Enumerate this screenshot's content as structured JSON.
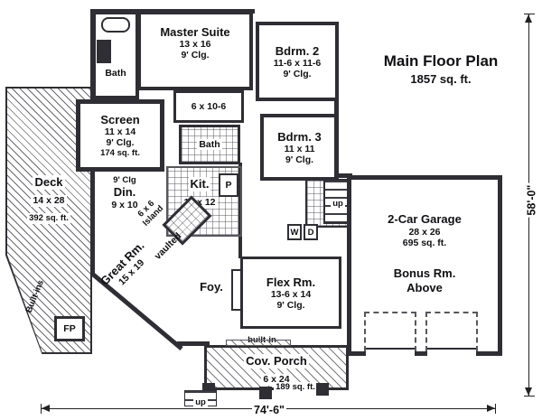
{
  "title": {
    "name": "Main Floor Plan",
    "area": "1857 sq. ft."
  },
  "dims": {
    "width": "74'-6\"",
    "height": "58'-0\""
  },
  "rooms": {
    "deck": {
      "name": "Deck",
      "size": "14 x 28",
      "area": "392 sq. ft."
    },
    "screen": {
      "name": "Screen",
      "size": "11 x 14",
      "clg": "9' Clg.",
      "area": "174 sq. ft."
    },
    "bath_upper": {
      "name": "Bath"
    },
    "master": {
      "name": "Master Suite",
      "size": "13 x 16",
      "clg": "9' Clg."
    },
    "bdrm2": {
      "name": "Bdrm. 2",
      "size": "11-6 x 11-6",
      "clg": "9' Clg."
    },
    "hall_closet": {
      "size": "6 x 10-6"
    },
    "bath_mid": {
      "name": "Bath"
    },
    "bdrm3": {
      "name": "Bdrm. 3",
      "size": "11 x 11",
      "clg": "9' Clg."
    },
    "dining": {
      "name": "Din.",
      "size": "9 x 10",
      "clg": "9' Clg"
    },
    "kitchen": {
      "name": "Kit.",
      "size": "12 x 12"
    },
    "pantry": {
      "abbr": "P"
    },
    "island": {
      "line1": "6 x 6",
      "line2": "Island"
    },
    "great": {
      "name": "Great Rm.",
      "size": "15 x 19",
      "note": "vaulted"
    },
    "foyer": {
      "name": "Foy."
    },
    "flex": {
      "name": "Flex Rm.",
      "size": "13-6 x 14",
      "clg": "9' Clg."
    },
    "garage": {
      "name": "2-Car Garage",
      "size": "28 x 26",
      "area": "695 sq. ft.",
      "bonus_line1": "Bonus Rm.",
      "bonus_line2": "Above"
    },
    "porch": {
      "name": "Cov. Porch",
      "size": "6 x 24",
      "area": "189 sq. ft."
    }
  },
  "annotations": {
    "built_ins": "Built-ins",
    "built_in": "built-in",
    "fireplace": "FP",
    "washer": "W",
    "dryer": "D",
    "stairs_up": "up",
    "porch_up": "up"
  }
}
